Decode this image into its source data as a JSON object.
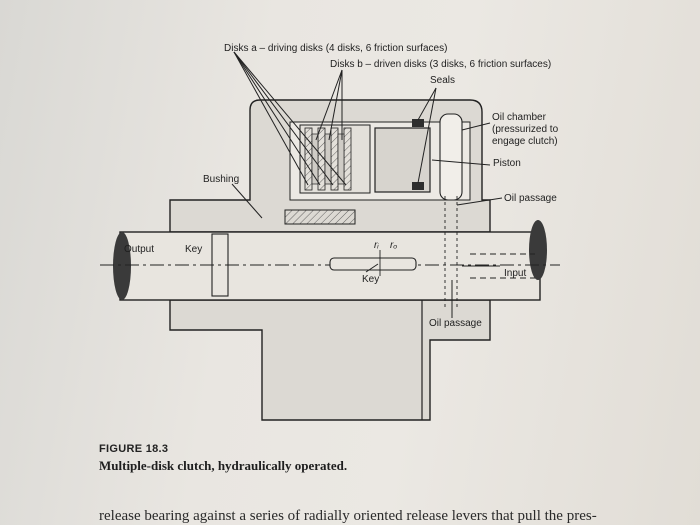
{
  "labels": {
    "disks_a": "Disks a – driving disks (4 disks, 6 friction surfaces)",
    "disks_b": "Disks b – driven disks (3 disks, 6 friction surfaces)",
    "seals": "Seals",
    "oil_chamber_1": "Oil chamber",
    "oil_chamber_2": "(pressurized to",
    "oil_chamber_3": "engage clutch)",
    "piston": "Piston",
    "bushing": "Bushing",
    "oil_passage_top": "Oil passage",
    "output": "Output",
    "key_left": "Key",
    "ri": "rᵢ",
    "ro": "rₒ",
    "key_center": "Key",
    "input": "Input",
    "oil_passage_bottom": "Oil passage"
  },
  "caption": {
    "figure_number": "FIGURE 18.3",
    "title": "Multiple-disk clutch, hydraulically operated."
  },
  "body_text": "release bearing against a series of radially oriented release levers that pull the pres-"
}
